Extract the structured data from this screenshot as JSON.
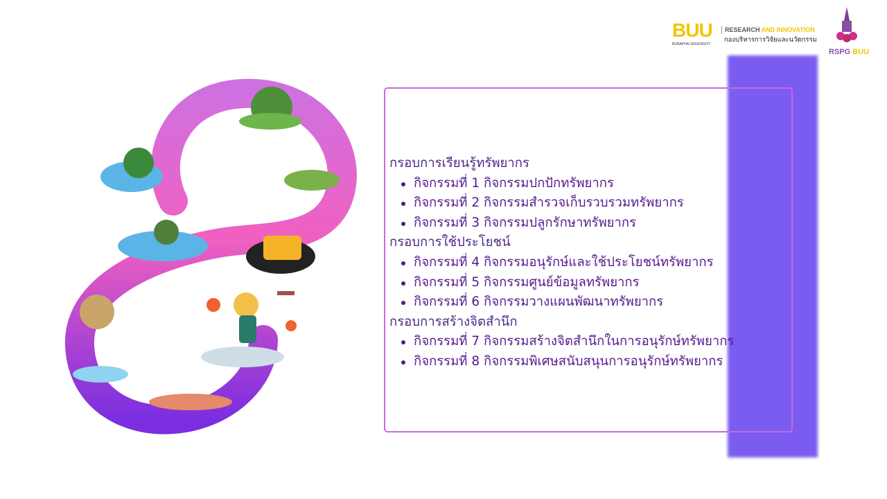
{
  "header": {
    "logo_buu": "BUU",
    "logo_buu_sub": "BURAPHA UNIVERSITY",
    "logo_research": "RESEARCH",
    "logo_innovation": "AND INNOVATION",
    "logo_thai": "กองบริหารการวิจัยและนวัตกรรม",
    "logo_rspg": "RSPG",
    "logo_rspg_buu": "BUU"
  },
  "colors": {
    "frame": "#c86ae0",
    "accent_bar": "#7b5cf0",
    "text": "#551a8f"
  },
  "sections": [
    {
      "title": "กรอบการเรียนรู้ทรัพยากร",
      "items": [
        "กิจกรรมที่ 1 กิจกรรมปกปักทรัพยากร",
        "กิจกรรมที่ 2 กิจกรรมสำรวจเก็บรวบรวมทรัพยากร",
        "กิจกรรมที่ 3 กิจกรรมปลูกรักษาทรัพยากร"
      ]
    },
    {
      "title": "กรอบการใช้ประโยชน์",
      "items": [
        "กิจกรรมที่ 4 กิจกรรมอนุรักษ์และใช้ประโยชน์ทรัพยากร",
        "กิจกรรมที่ 5 กิจกรรมศูนย์ข้อมูลทรัพยากร",
        "กิจกรรมที่ 6 กิจกรรมวางแผนพัฒนาทรัพยากร"
      ]
    },
    {
      "title": "กรอบการสร้างจิตสำนึก",
      "items": [
        "กิจกรรมที่ 7 กิจกรรมสร้างจิตสำนึกในการอนุรักษ์ทรัพยากร",
        "กิจกรรมที่ 8 กิจกรรมพิเศษสนับสนุนการอนุรักษ์ทรัพยากร"
      ]
    }
  ]
}
